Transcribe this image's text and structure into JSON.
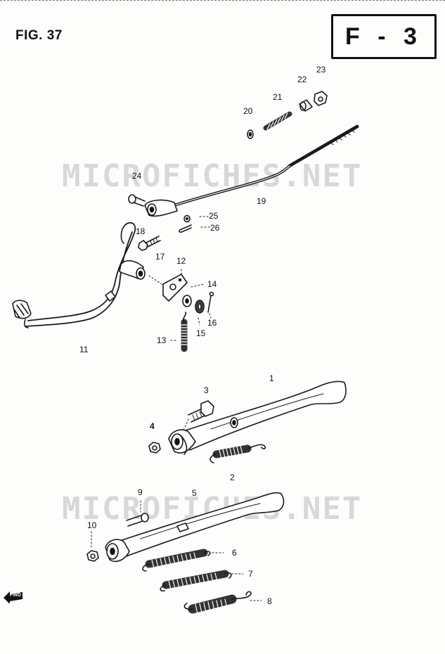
{
  "figure": {
    "label": "FIG. 37",
    "section_code": "F - 3"
  },
  "watermark": {
    "text": "MICROFICHES.NET"
  },
  "direction_marker": {
    "text": "FWD",
    "icon": "fwd-arrow-icon"
  },
  "callouts": {
    "p1": "1",
    "p2": "2",
    "p3": "3",
    "p4": "4",
    "p5": "5",
    "p6": "6",
    "p7": "7",
    "p8": "8",
    "p9": "9",
    "p10": "10",
    "p11": "11",
    "p12": "12",
    "p13": "13",
    "p14": "14",
    "p15": "15",
    "p16": "16",
    "p17": "17",
    "p18": "18",
    "p19": "19",
    "p20": "20",
    "p21": "21",
    "p22": "22",
    "p23": "23",
    "p24": "24",
    "p25": "25",
    "p26": "26"
  }
}
